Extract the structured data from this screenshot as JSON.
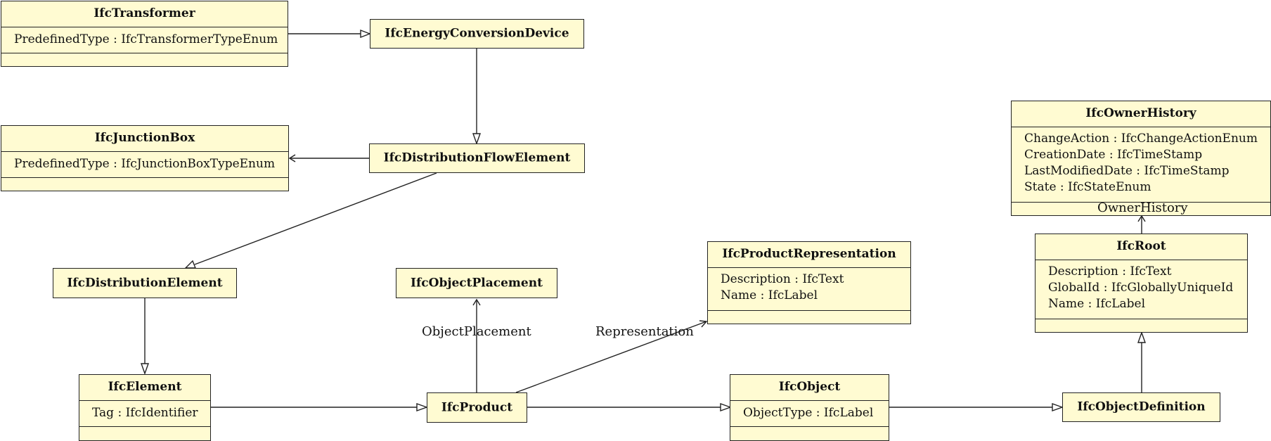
{
  "classes": {
    "transformer": {
      "name": "IfcTransformer",
      "attributes": [
        "PredefinedType : IfcTransformerTypeEnum"
      ]
    },
    "energy_conversion_device": {
      "name": "IfcEnergyConversionDevice"
    },
    "junction_box": {
      "name": "IfcJunctionBox",
      "attributes": [
        "PredefinedType : IfcJunctionBoxTypeEnum"
      ]
    },
    "distribution_flow_element": {
      "name": "IfcDistributionFlowElement"
    },
    "distribution_element": {
      "name": "IfcDistributionElement"
    },
    "object_placement": {
      "name": "IfcObjectPlacement"
    },
    "product_representation": {
      "name": "IfcProductRepresentation",
      "attributes": [
        "Description : IfcText",
        "Name : IfcLabel"
      ]
    },
    "owner_history": {
      "name": "IfcOwnerHistory",
      "attributes": [
        "ChangeAction : IfcChangeActionEnum",
        "CreationDate : IfcTimeStamp",
        "LastModifiedDate : IfcTimeStamp",
        "State : IfcStateEnum"
      ]
    },
    "root": {
      "name": "IfcRoot",
      "attributes": [
        "Description : IfcText",
        "GlobalId : IfcGloballyUniqueId",
        "Name : IfcLabel"
      ]
    },
    "element": {
      "name": "IfcElement",
      "attributes": [
        "Tag : IfcIdentifier"
      ]
    },
    "product": {
      "name": "IfcProduct"
    },
    "object": {
      "name": "IfcObject",
      "attributes": [
        "ObjectType : IfcLabel"
      ]
    },
    "object_definition": {
      "name": "IfcObjectDefinition"
    }
  },
  "association_labels": {
    "object_placement": "ObjectPlacement",
    "representation": "Representation",
    "owner_history": "OwnerHistory"
  }
}
